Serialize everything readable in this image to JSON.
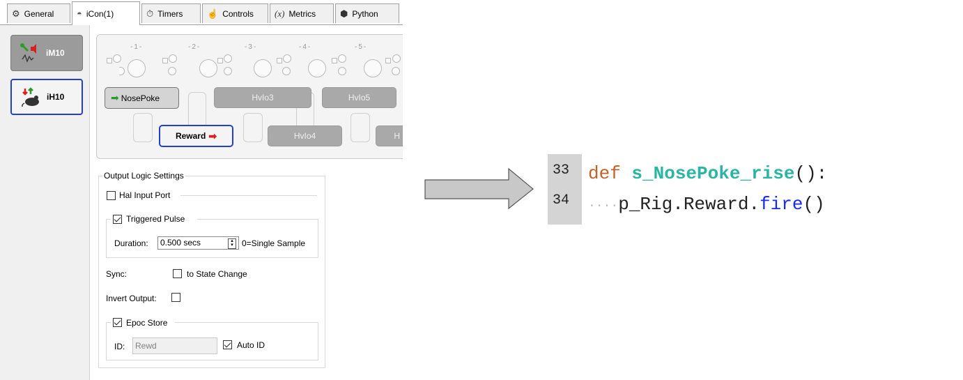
{
  "tabs": [
    {
      "label": "General",
      "icon": "gear-icon"
    },
    {
      "label": "iCon(1)",
      "icon": "icon-icon",
      "active": true
    },
    {
      "label": "Timers",
      "icon": "stopwatch-icon"
    },
    {
      "label": "Controls",
      "icon": "hand-icon"
    },
    {
      "label": "Metrics",
      "icon": "variable-icon",
      "icon_text": "(x)"
    },
    {
      "label": "Python",
      "icon": "python-icon"
    }
  ],
  "devices": [
    {
      "label": "iM10",
      "selected": false
    },
    {
      "label": "iH10",
      "selected": true
    }
  ],
  "board": {
    "port_numbers": [
      "-1-",
      "-2-",
      "-3-",
      "-4-",
      "-5-"
    ],
    "ports": {
      "nosepoke": "NosePoke",
      "reward": "Reward",
      "hvio3": "HvIo3",
      "hvio4": "HvIo4",
      "hvio5": "HvIo5",
      "hvio6_partial": "H"
    }
  },
  "settings": {
    "title": "Output Logic Settings",
    "hal_input_port": {
      "label": "Hal Input Port",
      "checked": false
    },
    "triggered_pulse": {
      "label": "Triggered Pulse",
      "checked": true
    },
    "duration": {
      "label": "Duration:",
      "value": "0.500 secs",
      "hint": "0=Single Sample"
    },
    "sync": {
      "label": "Sync:",
      "option_label": "to State Change",
      "checked": false
    },
    "invert_output": {
      "label": "Invert Output:",
      "checked": false
    },
    "epoc_store": {
      "label": "Epoc Store",
      "checked": true
    },
    "id": {
      "label": "ID:",
      "value": "Rewd"
    },
    "auto_id": {
      "label": "Auto ID",
      "checked": true
    }
  },
  "code": {
    "lines": [
      {
        "number": "33",
        "keyword": "def",
        "name": "s_NosePoke_rise",
        "rest": "():"
      },
      {
        "number": "34",
        "indent": "····",
        "obj": "p_Rig.Reward.",
        "method": "fire",
        "rest": "()"
      }
    ]
  },
  "colors": {
    "accent": "#1f3fd6",
    "keyword": "#c0632a",
    "function_name": "#2bb6a3",
    "method": "#1a28ff",
    "arrow_fill": "#c8c8c8"
  }
}
